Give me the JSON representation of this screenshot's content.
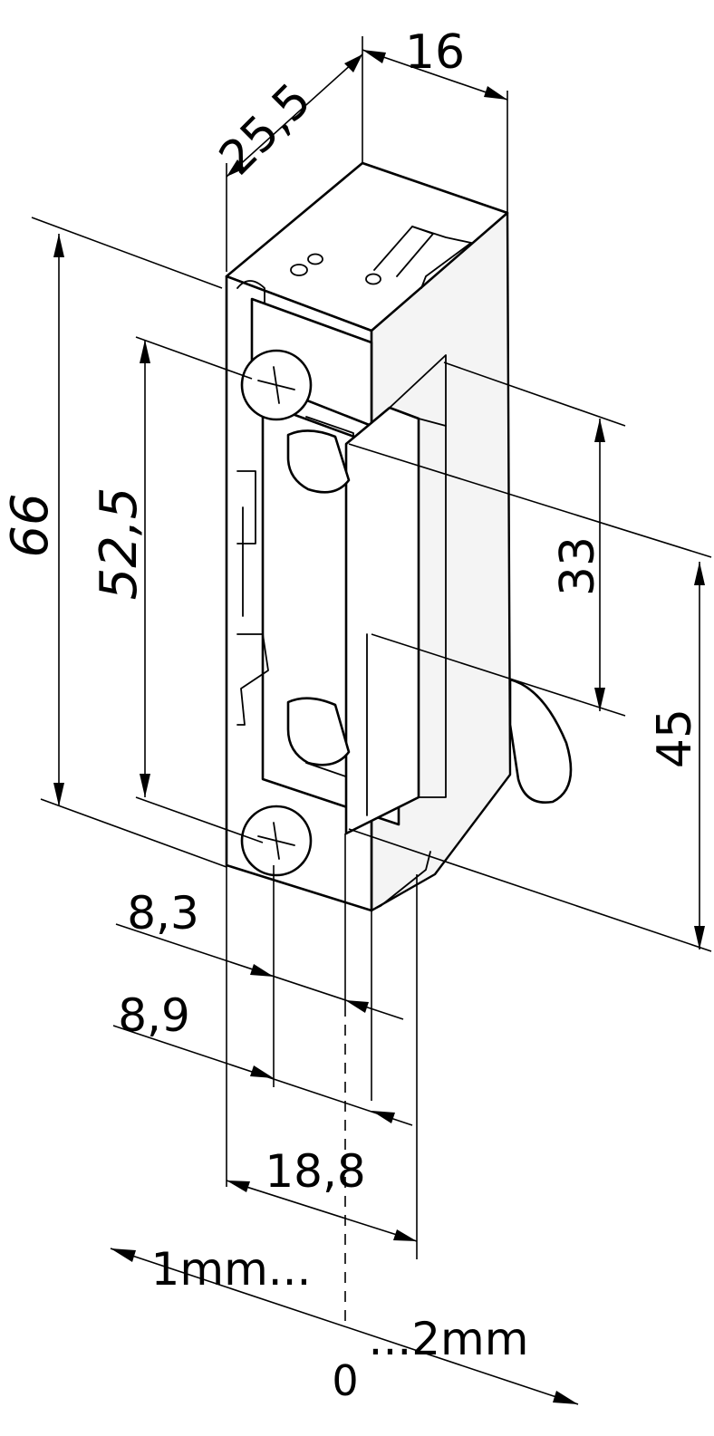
{
  "dimensions": {
    "depth": "25,5",
    "width_top": "16",
    "height_total": "66",
    "height_inner": "52,5",
    "latch_height": "33",
    "latch_offset": "45",
    "offset_a": "8,3",
    "offset_b": "8,9",
    "width_front": "18,8"
  },
  "adjustment": {
    "min_label": "1mm...",
    "max_label": "...2mm",
    "zero_label": "0"
  },
  "colors": {
    "line": "#000000",
    "background": "#ffffff"
  }
}
